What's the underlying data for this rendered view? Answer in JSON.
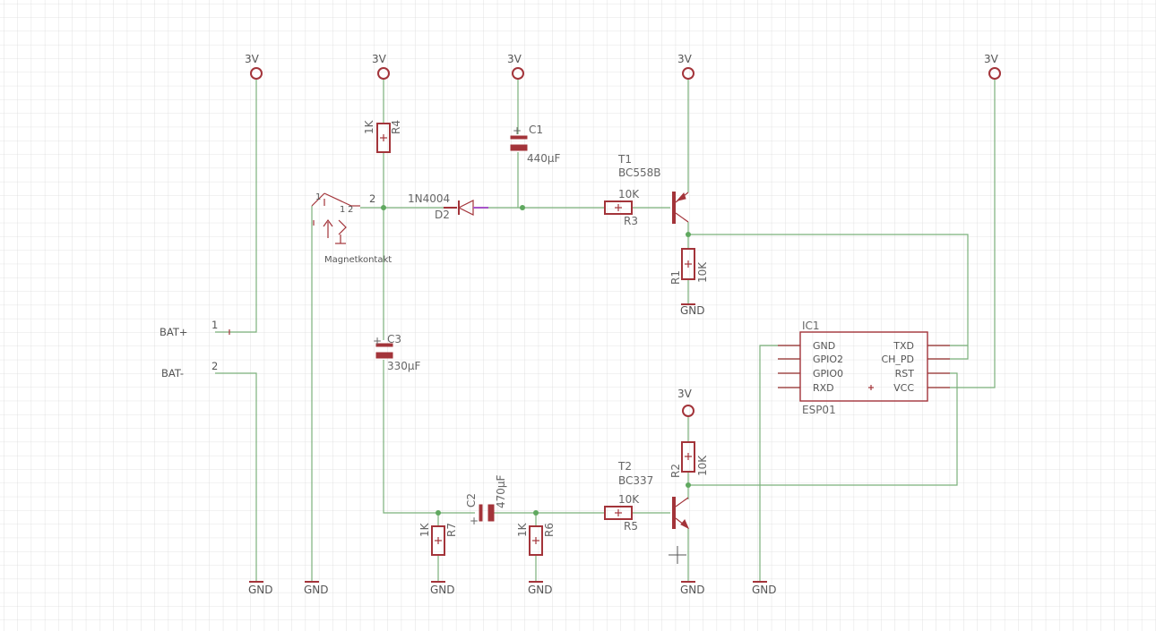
{
  "labels": {
    "supply": "3V",
    "ground": "GND",
    "bat_plus": "BAT+",
    "bat_minus": "BAT-",
    "pin1": "1",
    "pin2": "2",
    "switch_name": "Magnetkontakt",
    "sw_pin1": "1",
    "sw_pin1b": "1",
    "sw_pin2": "2",
    "sw_pin2b": "2"
  },
  "parts": {
    "r4": {
      "name": "R4",
      "value": "1K"
    },
    "c1": {
      "name": "C1",
      "value": "440µF"
    },
    "d2": {
      "name": "D2",
      "value": "1N4004"
    },
    "r3": {
      "name": "R3",
      "value": "10K"
    },
    "t1": {
      "name": "T1",
      "value": "BC558B"
    },
    "r1": {
      "name": "R1",
      "value": "10K"
    },
    "c3": {
      "name": "C3",
      "value": "330µF"
    },
    "r7": {
      "name": "R7",
      "value": "1K"
    },
    "c2": {
      "name": "C2",
      "value": "470µF"
    },
    "r6": {
      "name": "R6",
      "value": "1K"
    },
    "r5": {
      "name": "R5",
      "value": "10K"
    },
    "t2": {
      "name": "T2",
      "value": "BC337"
    },
    "r2": {
      "name": "R2",
      "value": "10K"
    }
  },
  "ic1": {
    "name": "IC1",
    "value": "ESP01",
    "left_pins": [
      "GND",
      "GPIO2",
      "GPIO0",
      "RXD"
    ],
    "right_pins": [
      "TXD",
      "CH_PD",
      "RST",
      "VCC"
    ]
  },
  "colors": {
    "grid": "#dcdcdc",
    "wire": "#7bb07b",
    "symbol": "#a3343a",
    "text": "#555555"
  }
}
